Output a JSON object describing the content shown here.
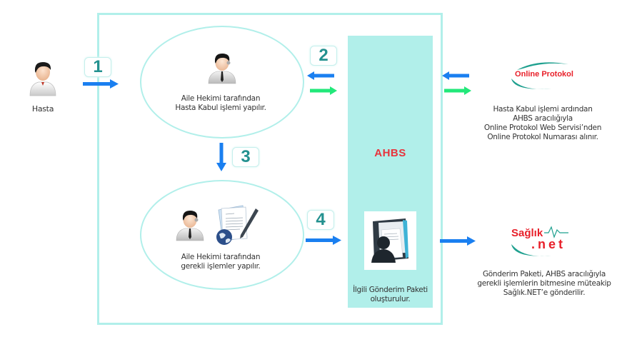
{
  "diagram": {
    "center_system": "AHBS",
    "actors": {
      "patient": {
        "label": "Hasta",
        "icon": "patient-icon"
      }
    },
    "steps": [
      {
        "number": "1",
        "description": "Hasta → Aile Hekimi"
      },
      {
        "number": "2",
        "description": "Aile Hekimi ⇄ AHBS"
      },
      {
        "number": "3",
        "description": "Hasta Kabul → gerekli işlemler"
      },
      {
        "number": "4",
        "description": "Aile Hekimi → AHBS"
      }
    ],
    "nodes": {
      "hasta_kabul": {
        "line1": "Aile Hekimi tarafından",
        "line2": "Hasta Kabul işlemi yapılır.",
        "icon": "doctor-icon"
      },
      "gerekli_islemler": {
        "line1": "Aile Hekimi tarafından",
        "line2": "gerekli işlemler yapılır.",
        "icon": "doctor-document-icon"
      },
      "package": {
        "line1": "İlgili Gönderim Paketi",
        "line2": "oluşturulur.",
        "icon": "package-folder-icon"
      }
    },
    "external": {
      "online_protokol": {
        "logo_text": "Online Protokol",
        "lines": [
          "Hasta Kabul işlemi ardından",
          "AHBS aracılığıyla",
          "Online Protokol Web Servisi’nden",
          "Online Protokol Numarası alınır."
        ]
      },
      "saglik_net": {
        "logo_text_top": "Sağlık",
        "logo_text_bottom": ".net",
        "lines": [
          "Gönderim Paketi, AHBS aracılığıyla",
          "gerekli işlemlerin bitmesine müteakip",
          "Sağlık.NET’e gönderilir."
        ]
      }
    },
    "colors": {
      "frame": "#b1efea",
      "ahbs": "#e8333c",
      "badge_number": "#23918f",
      "arrow_blue": "#1a7ff0",
      "arrow_green": "#22e87a",
      "logo_swoosh": "#1fa08f",
      "logo_red": "#e8202a"
    }
  }
}
